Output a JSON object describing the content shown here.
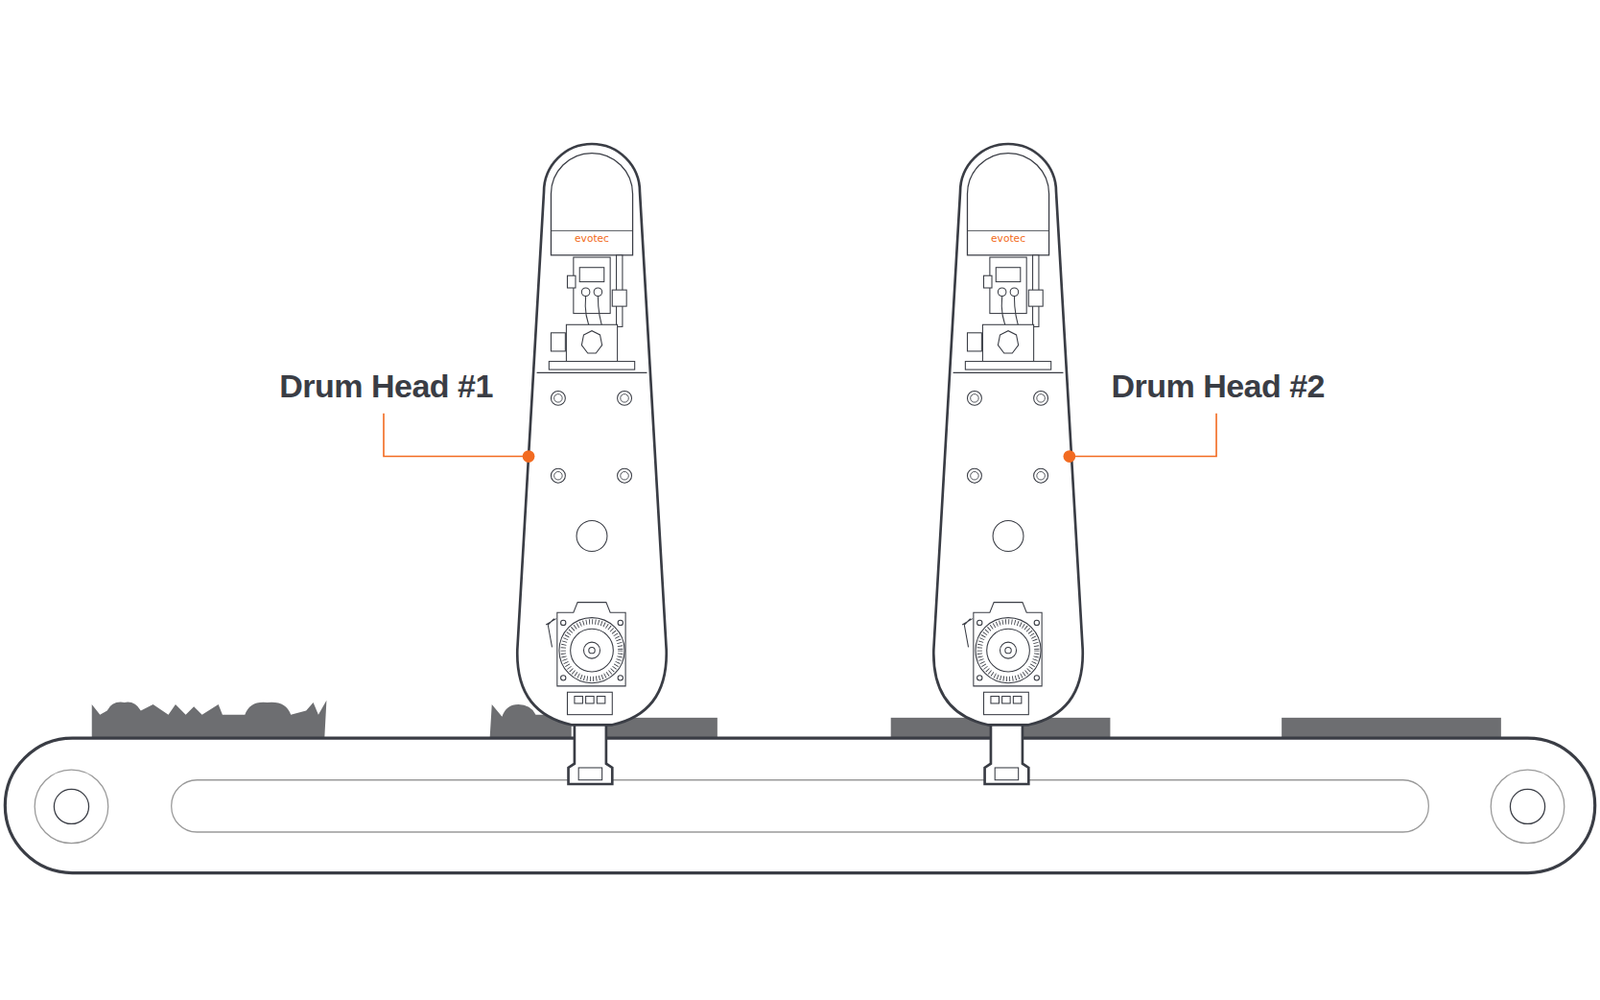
{
  "diagram": {
    "labels": [
      "Drum Head #1",
      "evotec",
      "evotec",
      "Drum Head #2"
    ]
  }
}
